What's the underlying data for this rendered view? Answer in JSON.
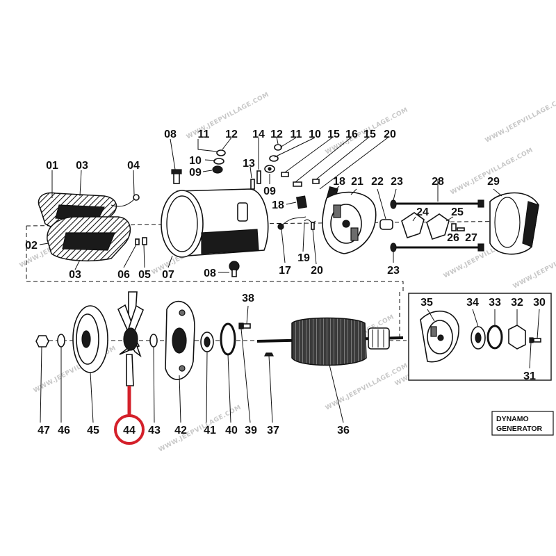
{
  "diagram": {
    "title_lines": [
      "DYNAMO",
      "GENERATOR"
    ],
    "watermark": "WWW.JEEPVILLAGE.COM",
    "highlight_color": "#d4202a",
    "highlighted_part": "44",
    "part_labels": {
      "p01": "01",
      "p02": "02",
      "p03a": "03",
      "p03b": "03",
      "p04": "04",
      "p05": "05",
      "p06": "06",
      "p07": "07",
      "p08a": "08",
      "p08b": "08",
      "p09a": "09",
      "p09b": "09",
      "p10a": "10",
      "p10b": "10",
      "p11a": "11",
      "p11b": "11",
      "p12a": "12",
      "p12b": "12",
      "p13": "13",
      "p14": "14",
      "p15a": "15",
      "p15b": "15",
      "p16": "16",
      "p17": "17",
      "p18a": "18",
      "p18b": "18",
      "p19": "19",
      "p20a": "20",
      "p20b": "20",
      "p21": "21",
      "p22": "22",
      "p23a": "23",
      "p23b": "23",
      "p24": "24",
      "p25": "25",
      "p26": "26",
      "p27": "27",
      "p28": "28",
      "p29": "29",
      "p30": "30",
      "p31": "31",
      "p32": "32",
      "p33": "33",
      "p34": "34",
      "p35": "35",
      "p36": "36",
      "p37": "37",
      "p38": "38",
      "p39": "39",
      "p40": "40",
      "p41": "41",
      "p42": "42",
      "p43": "43",
      "p44": "44",
      "p45": "45",
      "p46": "46",
      "p47": "47"
    }
  }
}
